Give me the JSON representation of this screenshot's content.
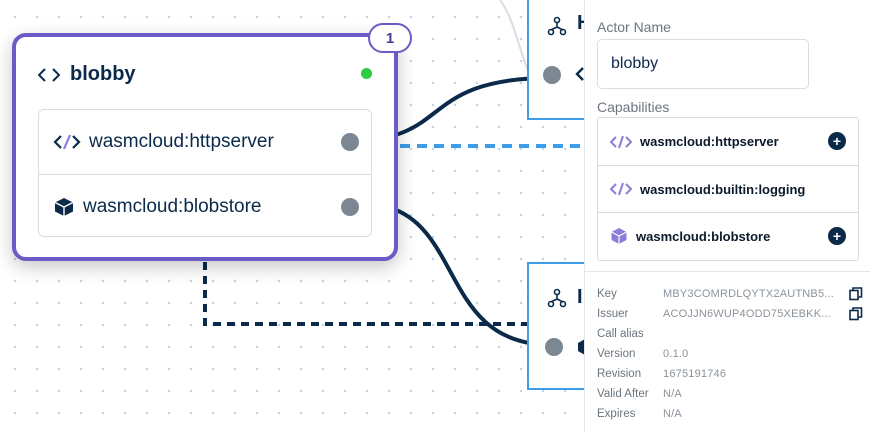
{
  "actor_node": {
    "title": "blobby",
    "count_badge": "1",
    "status": "running",
    "capabilities": [
      {
        "label": "wasmcloud:httpserver",
        "icon": "code-icon"
      },
      {
        "label": "wasmcloud:blobstore",
        "icon": "box-icon"
      }
    ]
  },
  "side_nodes": {
    "top_partial_label": "H",
    "bottom_partial_label": "I"
  },
  "panel": {
    "actor_name_label": "Actor Name",
    "actor_name_value": "blobby",
    "capabilities_label": "Capabilities",
    "capabilities": [
      {
        "label": "wasmcloud:httpserver",
        "icon": "code-icon",
        "addable": true
      },
      {
        "label": "wasmcloud:builtin:logging",
        "icon": "code-icon",
        "addable": false
      },
      {
        "label": "wasmcloud:blobstore",
        "icon": "box-icon",
        "addable": true
      }
    ],
    "meta": [
      {
        "key": "Key",
        "value": "MBY3COMRDLQYTX2AUTNB5...",
        "copyable": true
      },
      {
        "key": "Issuer",
        "value": "ACOJJN6WUP4ODD75XEBKK...",
        "copyable": true
      },
      {
        "key": "Call alias",
        "value": "",
        "copyable": false
      },
      {
        "key": "Version",
        "value": "0.1.0",
        "copyable": false
      },
      {
        "key": "Revision",
        "value": "1675191746",
        "copyable": false
      },
      {
        "key": "Valid After",
        "value": "N/A",
        "copyable": false
      },
      {
        "key": "Expires",
        "value": "N/A",
        "copyable": false
      }
    ]
  },
  "colors": {
    "actor_border": "#6b5bc4",
    "provider_border": "#3d9de6",
    "link_solid": "#0b2a4a",
    "link_dashed_blue": "#3d9de6",
    "status_ok": "#2ecc40"
  }
}
